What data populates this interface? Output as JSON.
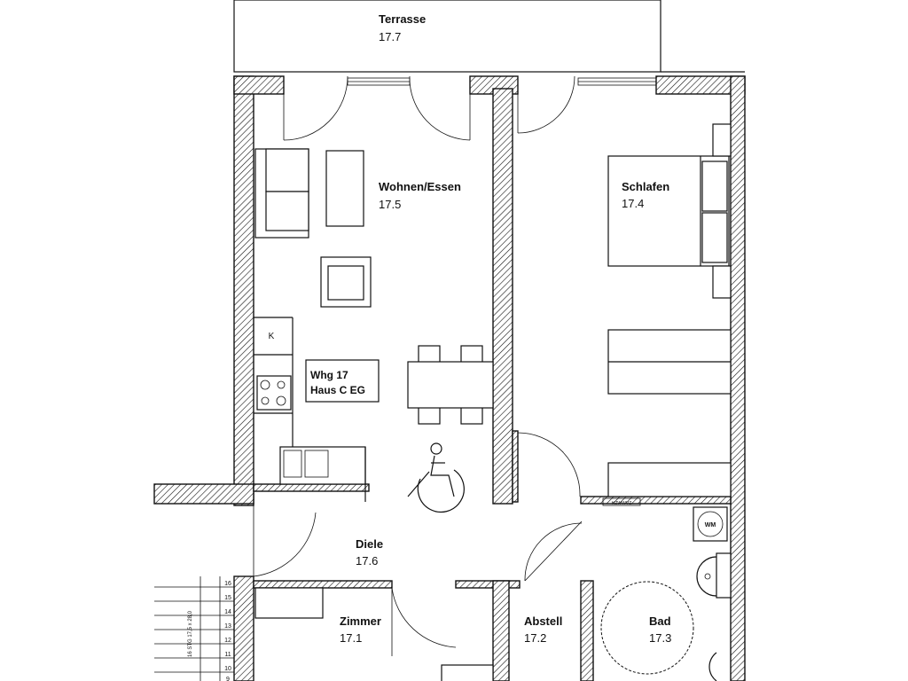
{
  "rooms": [
    {
      "id": "terrasse",
      "name": "Terrasse",
      "number": "17.7"
    },
    {
      "id": "wohnen",
      "name": "Wohnen/Essen",
      "number": "17.5"
    },
    {
      "id": "schlafen",
      "name": "Schlafen",
      "number": "17.4"
    },
    {
      "id": "diele",
      "name": "Diele",
      "number": "17.6"
    },
    {
      "id": "zimmer",
      "name": "Zimmer",
      "number": "17.1"
    },
    {
      "id": "abstell",
      "name": "Abstell",
      "number": "17.2"
    },
    {
      "id": "bad",
      "name": "Bad",
      "number": "17.3"
    }
  ],
  "apartment_tag": {
    "line1": "Whg 17",
    "line2": "Haus C EG"
  },
  "fixtures": {
    "fridge_label": "K",
    "washing_machine_label": "WM",
    "meter_label": "HZWWVZ"
  },
  "stair": {
    "step_numbers": [
      "16",
      "15",
      "14",
      "13",
      "12",
      "11",
      "10",
      "9"
    ],
    "note": "16 STG 17,5 x 28,0"
  },
  "icons": [
    "wheelchair-accessibility-icon"
  ]
}
